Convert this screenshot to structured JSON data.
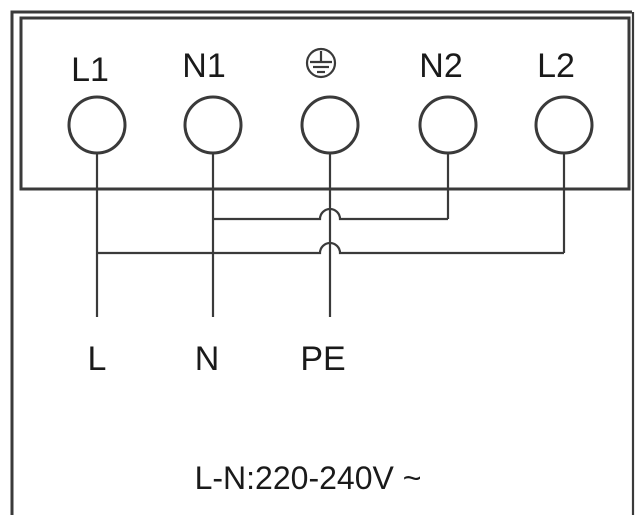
{
  "terminals": [
    {
      "label": "L1"
    },
    {
      "label": "N1"
    },
    {
      "label": "",
      "icon": "earth-ground-icon"
    },
    {
      "label": "N2"
    },
    {
      "label": "L2"
    }
  ],
  "wires": {
    "l_label": "L",
    "n_label": "N",
    "pe_label": "PE"
  },
  "rating": "L-N:220-240V ~",
  "colors": {
    "line": "#3a3a3a",
    "text": "#1a1a1a",
    "background": "#ffffff"
  }
}
